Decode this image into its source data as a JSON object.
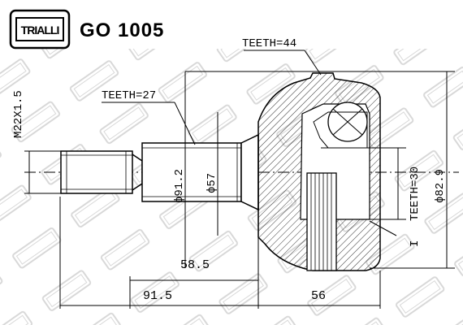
{
  "header": {
    "brand_logo_text": "TRIALLI",
    "part_number": "GO 1005"
  },
  "dimensions": {
    "teeth_outer": "TEETH=44",
    "teeth_shaft": "TEETH=27",
    "teeth_inner": "TEETH=30",
    "thread": "M22X1.5",
    "dia_912": "ϕ91.2",
    "dia_57": "ϕ57",
    "dia_829": "ϕ82.9",
    "len_585": "58.5",
    "len_915": "91.5",
    "len_56": "56",
    "marker": "I"
  },
  "colors": {
    "line": "#000000",
    "watermark": "#d0d0d0",
    "background": "#ffffff"
  }
}
